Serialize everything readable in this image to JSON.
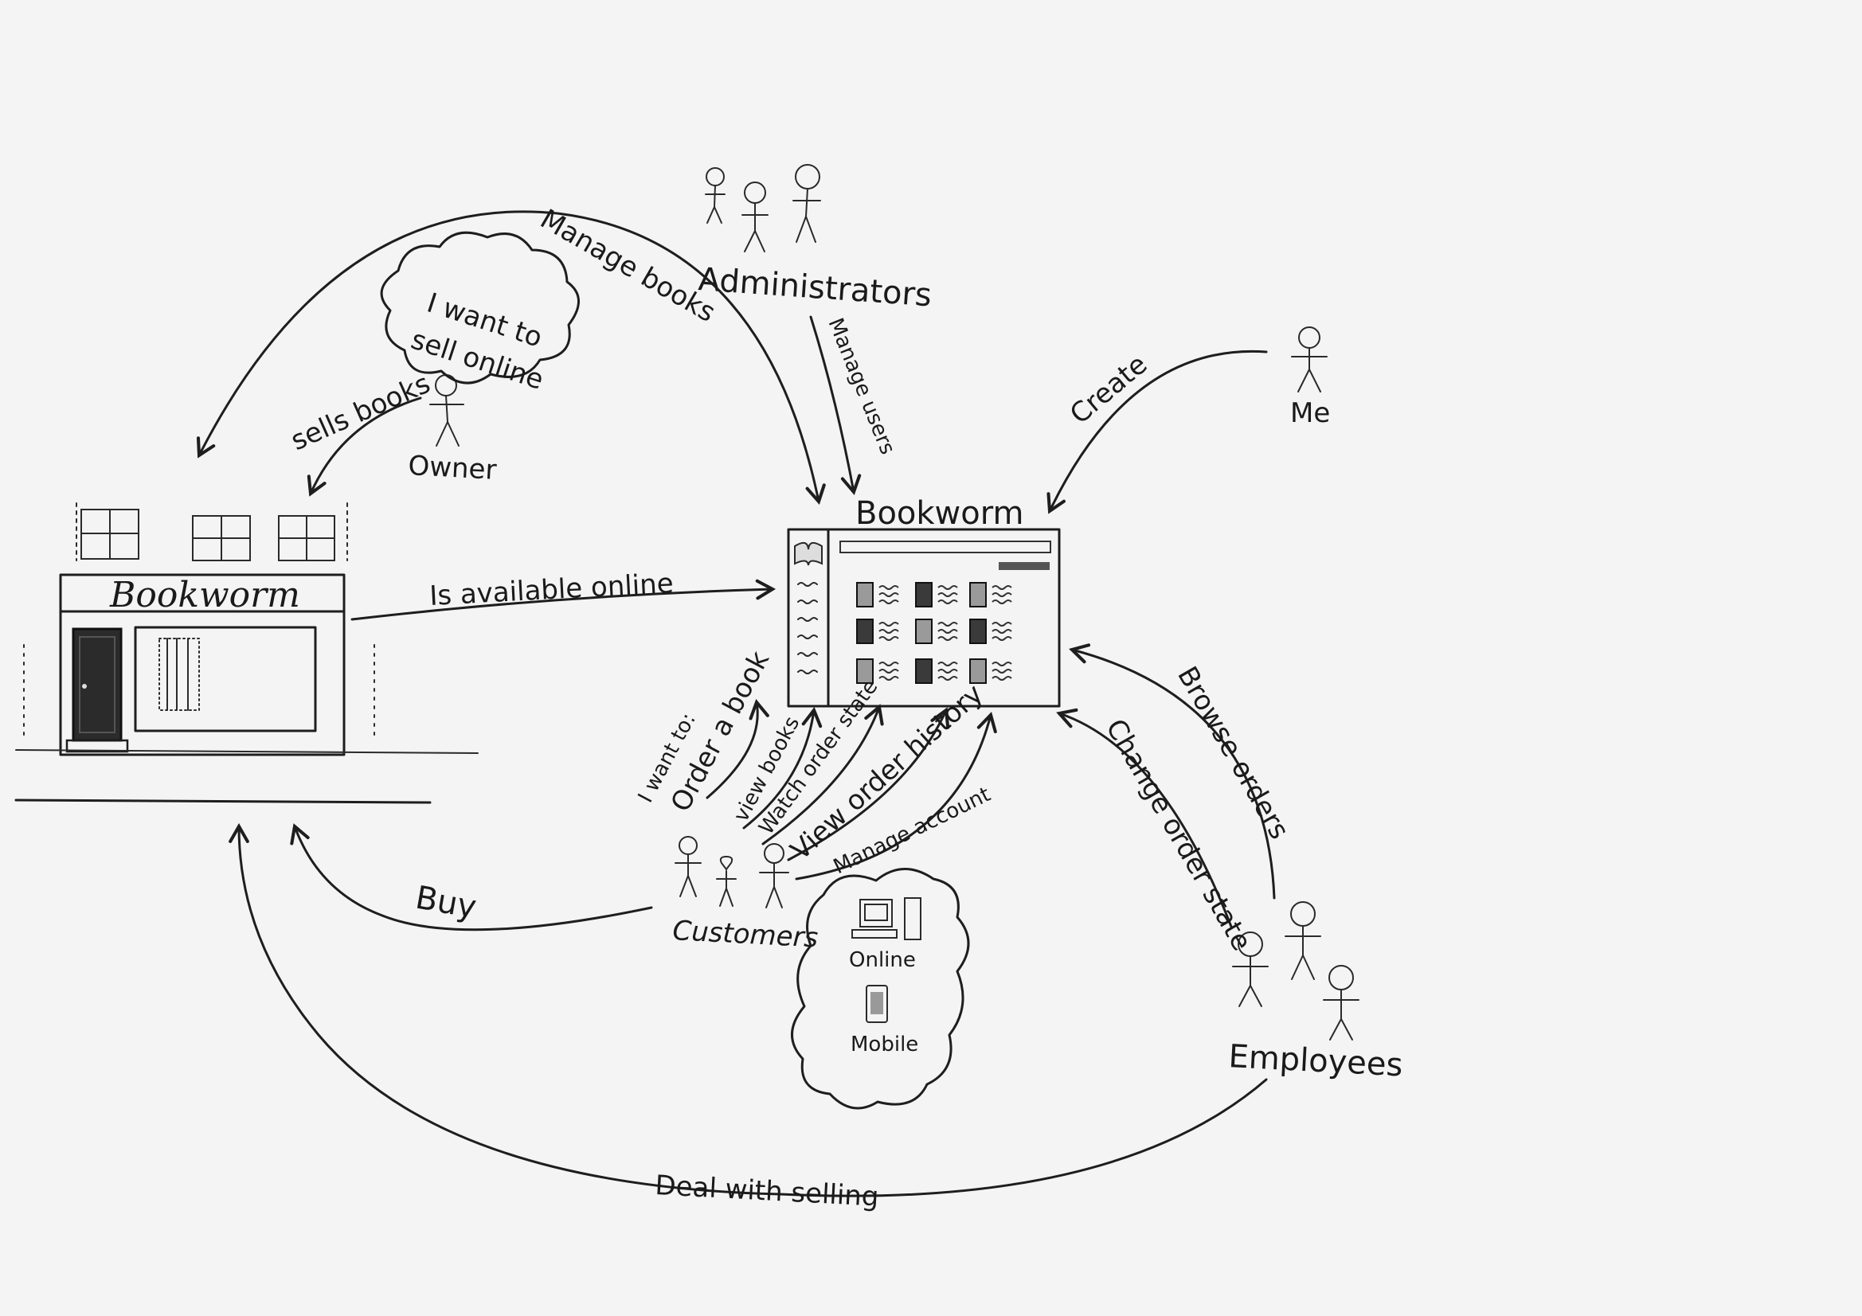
{
  "actors": {
    "administrators": "Administrators",
    "owner": "Owner",
    "me": "Me",
    "customers": "Customers",
    "employees": "Employees"
  },
  "store": {
    "sign": "Bookworm"
  },
  "app": {
    "title": "Bookworm"
  },
  "bubbles": {
    "owner_thought_line1": "I want to",
    "owner_thought_line2": "sell online",
    "customer_intent_line1": "I want to:",
    "customer_intent_line2": "Order a book",
    "channels_online": "Online",
    "channels_mobile": "Mobile"
  },
  "edges": {
    "manage_books": "Manage books",
    "manage_users": "Manage users",
    "create": "Create",
    "sells_books": "sells books",
    "is_available_online": "Is available online",
    "view_books": "view books",
    "watch_order_state": "Watch order state",
    "view_order_history": "View order history",
    "manage_account": "Manage account",
    "browse_orders": "Browse orders",
    "change_order_state": "Change order state",
    "buy": "Buy",
    "deal_with_selling": "Deal with selling"
  }
}
